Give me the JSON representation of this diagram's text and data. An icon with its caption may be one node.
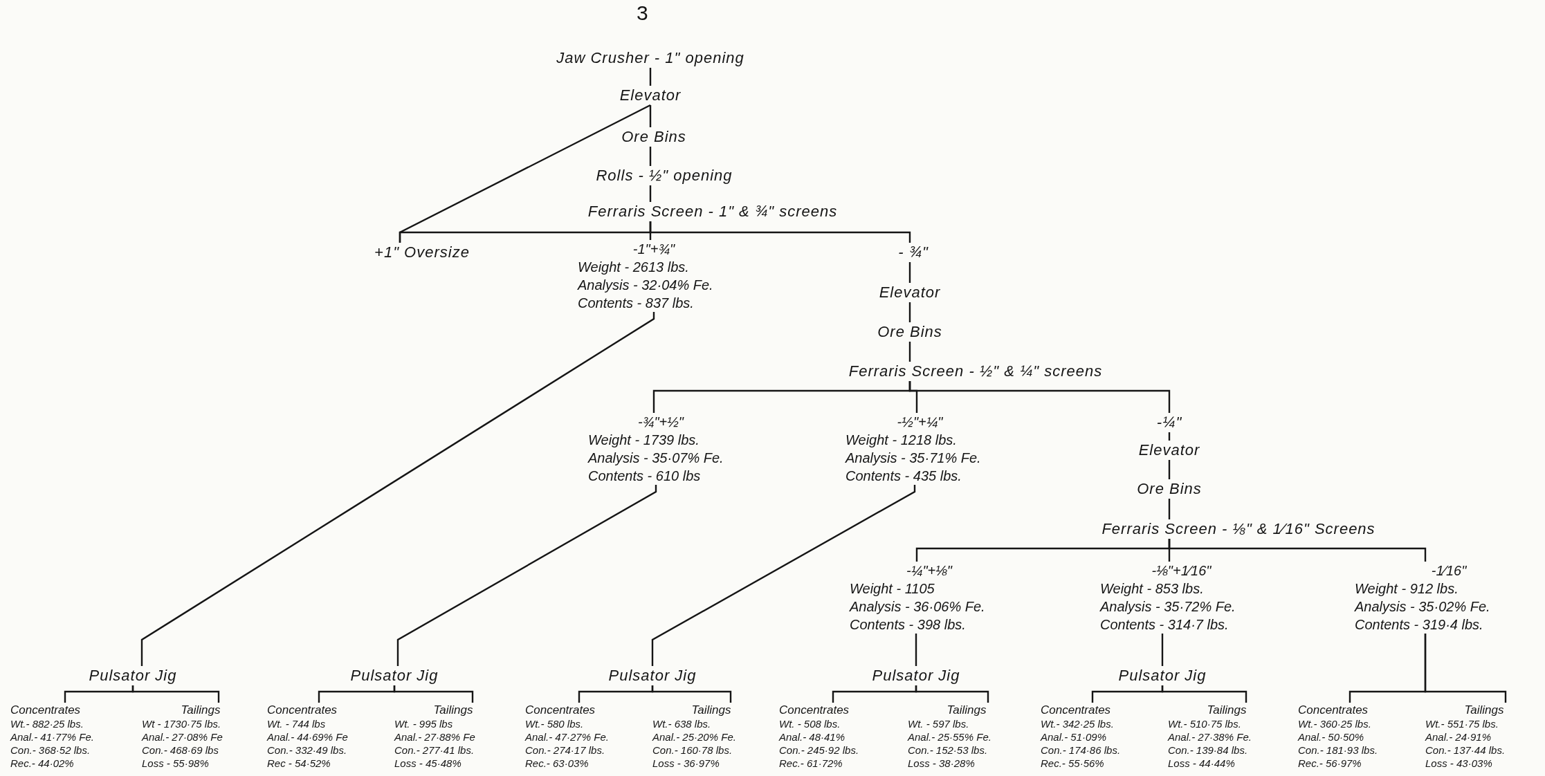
{
  "diagram": {
    "nodes": [
      {
        "text": [
          "Jaw Crusher - 1\" opening"
        ]
      },
      {
        "text": [
          "Elevator"
        ]
      },
      {
        "text": [
          "Ore Bins"
        ]
      },
      {
        "text": [
          "Rolls - ½\" opening"
        ]
      },
      {
        "text": [
          "Ferraris Screen - 1\" & ¾\" screens"
        ]
      },
      {
        "text": [
          "+1\" Oversize"
        ]
      },
      {
        "text": [
          "-1\"+¾\"",
          "Weight - 2613 lbs.",
          "Analysis - 32·04% Fe.",
          "Contents - 837 lbs."
        ]
      },
      {
        "text": [
          "- ¾\""
        ]
      },
      {
        "text": [
          "Elevator"
        ]
      },
      {
        "text": [
          "Ore Bins"
        ]
      },
      {
        "text": [
          "Ferraris Screen - ½\" & ¼\" screens"
        ]
      },
      {
        "text": [
          "-¾\"+½\"",
          "Weight - 1739 lbs.",
          "Analysis - 35·07% Fe.",
          "Contents - 610 lbs"
        ]
      },
      {
        "text": [
          "-½\"+¼\"",
          "Weight - 1218 lbs.",
          "Analysis - 35·71% Fe.",
          "Contents - 435 lbs."
        ]
      },
      {
        "text": [
          "-¼\""
        ]
      },
      {
        "text": [
          "Elevator"
        ]
      },
      {
        "text": [
          "Ore Bins"
        ]
      },
      {
        "text": [
          "Ferraris Screen - ⅛\" & 1⁄16\" Screens"
        ]
      },
      {
        "text": [
          "-¼\"+⅛\"",
          "Weight - 1105",
          "Analysis - 36·06% Fe.",
          "Contents - 398 lbs."
        ]
      },
      {
        "text": [
          "-⅛\"+1⁄16\"",
          "Weight - 853 lbs.",
          "Analysis - 35·72% Fe.",
          "Contents - 314·7 lbs."
        ]
      },
      {
        "text": [
          "-1⁄16\"",
          "Weight - 912 lbs.",
          "Analysis - 35·02% Fe.",
          "Contents - 319·4 lbs."
        ]
      },
      {
        "text": [
          "Pulsator Jig"
        ]
      },
      {
        "text": [
          "Pulsator Jig"
        ]
      },
      {
        "text": [
          "Pulsator Jig"
        ]
      },
      {
        "text": [
          "Pulsator Jig"
        ]
      },
      {
        "text": [
          "Pulsator Jig"
        ]
      },
      {
        "text": [
          "Concentrates",
          "Wt.- 882·25 lbs.",
          "Anal.- 41·77% Fe.",
          "Con.- 368·52 lbs.",
          "Rec.- 44·02%"
        ]
      },
      {
        "text": [
          "Tailings",
          "Wt - 1730·75 lbs.",
          "Anal.- 27·08% Fe",
          "Con.- 468·69 lbs",
          "Loss - 55·98%"
        ]
      },
      {
        "text": [
          "Concentrates",
          "Wt. - 744 lbs",
          "Anal.- 44·69% Fe",
          "Con.- 332·49 lbs.",
          "Rec - 54·52%"
        ]
      },
      {
        "text": [
          "Tailings",
          "Wt. - 995 lbs",
          "Anal.- 27·88% Fe",
          "Con.- 277·41 lbs.",
          "Loss - 45·48%"
        ]
      },
      {
        "text": [
          "Concentrates",
          "Wt.- 580 lbs.",
          "Anal.- 47·27% Fe.",
          "Con.- 274·17 lbs.",
          "Rec.- 63·03%"
        ]
      },
      {
        "text": [
          "Tailings",
          "Wt.- 638 lbs.",
          "Anal.- 25·20% Fe.",
          "Con.- 160·78 lbs.",
          "Loss - 36·97%"
        ]
      },
      {
        "text": [
          "Concentrates",
          "Wt. - 508 lbs.",
          "Anal.- 48·41%",
          "Con.- 245·92 lbs.",
          "Rec.- 61·72%"
        ]
      },
      {
        "text": [
          "Tailings",
          "Wt. - 597 lbs.",
          "Anal.- 25·55% Fe.",
          "Con.- 152·53 lbs.",
          "Loss - 38·28%"
        ]
      },
      {
        "text": [
          "Concentrates",
          "Wt.- 342·25 lbs.",
          "Anal.- 51·09%",
          "Con.- 174·86 lbs.",
          "Rec.- 55·56%"
        ]
      },
      {
        "text": [
          "Tailings",
          "Wt.- 510·75 lbs.",
          "Anal.- 27·38% Fe.",
          "Con.- 139·84 lbs.",
          "Loss - 44·44%"
        ]
      },
      {
        "text": [
          "Concentrates",
          "Wt.- 360·25 lbs.",
          "Anal.- 50·50%",
          "Con.- 181·93 lbs.",
          "Rec.- 56·97%"
        ]
      },
      {
        "text": [
          "Tailings",
          "Wt.- 551·75 lbs.",
          "Anal.- 24·91%",
          "Con.- 137·44 lbs.",
          "Loss - 43·03%"
        ]
      }
    ],
    "edges": [
      {
        "from": 0,
        "to": 1,
        "arrow": "none"
      },
      {
        "from": 1,
        "to": 2,
        "arrow": "none"
      },
      {
        "from": 2,
        "to": 3,
        "arrow": "none"
      },
      {
        "from": 3,
        "to": 4,
        "arrow": "none"
      },
      {
        "from": 4,
        "to": 5,
        "arrow": "none"
      },
      {
        "from": 4,
        "to": 6,
        "arrow": "none"
      },
      {
        "from": 4,
        "to": 7,
        "arrow": "none"
      },
      {
        "from": 5,
        "to": 1,
        "arrow": "none"
      },
      {
        "from": 7,
        "to": 8,
        "arrow": "none"
      },
      {
        "from": 8,
        "to": 9,
        "arrow": "none"
      },
      {
        "from": 9,
        "to": 10,
        "arrow": "none"
      },
      {
        "from": 10,
        "to": 11,
        "arrow": "none"
      },
      {
        "from": 10,
        "to": 12,
        "arrow": "none"
      },
      {
        "from": 10,
        "to": 13,
        "arrow": "none"
      },
      {
        "from": 13,
        "to": 14,
        "arrow": "none"
      },
      {
        "from": 14,
        "to": 15,
        "arrow": "none"
      },
      {
        "from": 15,
        "to": 16,
        "arrow": "none"
      },
      {
        "from": 16,
        "to": 17,
        "arrow": "none"
      },
      {
        "from": 16,
        "to": 18,
        "arrow": "none"
      },
      {
        "from": 16,
        "to": 19,
        "arrow": "none"
      },
      {
        "from": 6,
        "to": 20,
        "arrow": "none"
      },
      {
        "from": 11,
        "to": 21,
        "arrow": "none"
      },
      {
        "from": 12,
        "to": 22,
        "arrow": "none"
      },
      {
        "from": 17,
        "to": 23,
        "arrow": "none"
      },
      {
        "from": 18,
        "to": 24,
        "arrow": "none"
      },
      {
        "from": 20,
        "to": 25,
        "arrow": "none"
      },
      {
        "from": 20,
        "to": 26,
        "arrow": "none"
      },
      {
        "from": 21,
        "to": 27,
        "arrow": "none"
      },
      {
        "from": 21,
        "to": 28,
        "arrow": "none"
      },
      {
        "from": 22,
        "to": 29,
        "arrow": "none"
      },
      {
        "from": 22,
        "to": 30,
        "arrow": "none"
      },
      {
        "from": 23,
        "to": 31,
        "arrow": "none"
      },
      {
        "from": 23,
        "to": 32,
        "arrow": "none"
      },
      {
        "from": 24,
        "to": 33,
        "arrow": "none"
      },
      {
        "from": 24,
        "to": 34,
        "arrow": "none"
      },
      {
        "from": 19,
        "to": 35,
        "arrow": "none"
      },
      {
        "from": 19,
        "to": 36,
        "arrow": "none"
      }
    ],
    "labels": [
      "3"
    ]
  }
}
